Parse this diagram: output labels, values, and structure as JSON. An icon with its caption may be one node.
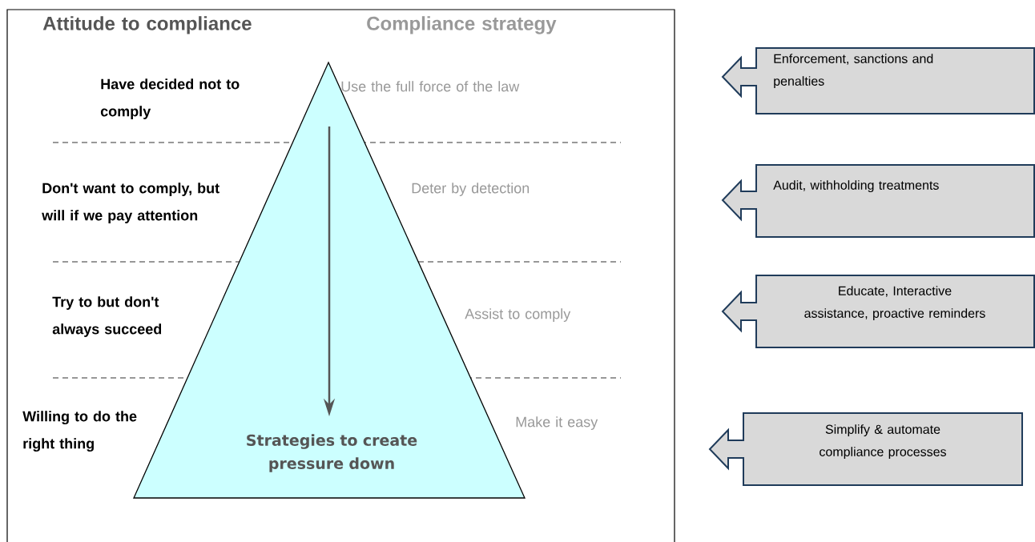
{
  "diagram": {
    "nodes": [
      {
        "text": [
          "Strategies to create pressure down"
        ]
      },
      {
        "text": [
          "Enforcement, sanctions and penalties"
        ]
      },
      {
        "text": [
          "Audit, withholding treatments"
        ]
      },
      {
        "text": [
          "Educate, Interactive assistance, proactive reminders"
        ]
      },
      {
        "text": [
          "Simplify & automate compliance processes"
        ]
      }
    ],
    "labels": [
      "Attitude to compliance",
      "Compliance strategy",
      "Have decided not to comply",
      "Use the full force of the law",
      "Don't want to comply, but will if we pay attention",
      "Deter by detection",
      "Try to but don't always succeed",
      "Assist to comply",
      "Willing to do the right thing",
      "Make it easy"
    ]
  }
}
